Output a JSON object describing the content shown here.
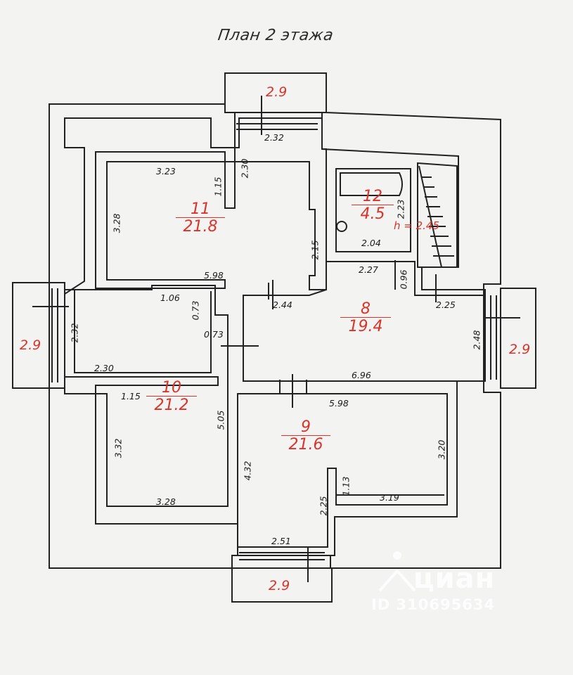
{
  "title": "План 2 этажа",
  "rooms": [
    {
      "id": "11",
      "area": "21.8"
    },
    {
      "id": "12",
      "area": "4.5"
    },
    {
      "id": "8",
      "area": "19.4"
    },
    {
      "id": "10",
      "area": "21.2"
    },
    {
      "id": "9",
      "area": "21.6"
    }
  ],
  "height_note": "h = 2.45",
  "balconies": [
    "2.9",
    "2.9",
    "2.9",
    "2.9"
  ],
  "dimensions": [
    "2.32",
    "3.23",
    "2.30",
    "1.15",
    "3.28",
    "2.15",
    "2.04",
    "2.23",
    "2.27",
    "0.96",
    "5.98",
    "1.06",
    "0.73",
    "0.73",
    "2.44",
    "2.25",
    "2.32",
    "2.48",
    "2.30",
    "6.96",
    "1.15",
    "5.05",
    "5.98",
    "3.32",
    "3.20",
    "4.32",
    "1.13",
    "3.28",
    "2.25",
    "3.19",
    "2.51"
  ],
  "watermark": {
    "brand": "циан",
    "id": "ID 310695634"
  },
  "colors": {
    "room_label": "#d9332b",
    "line": "#222222",
    "background": "#f3f3f1"
  }
}
